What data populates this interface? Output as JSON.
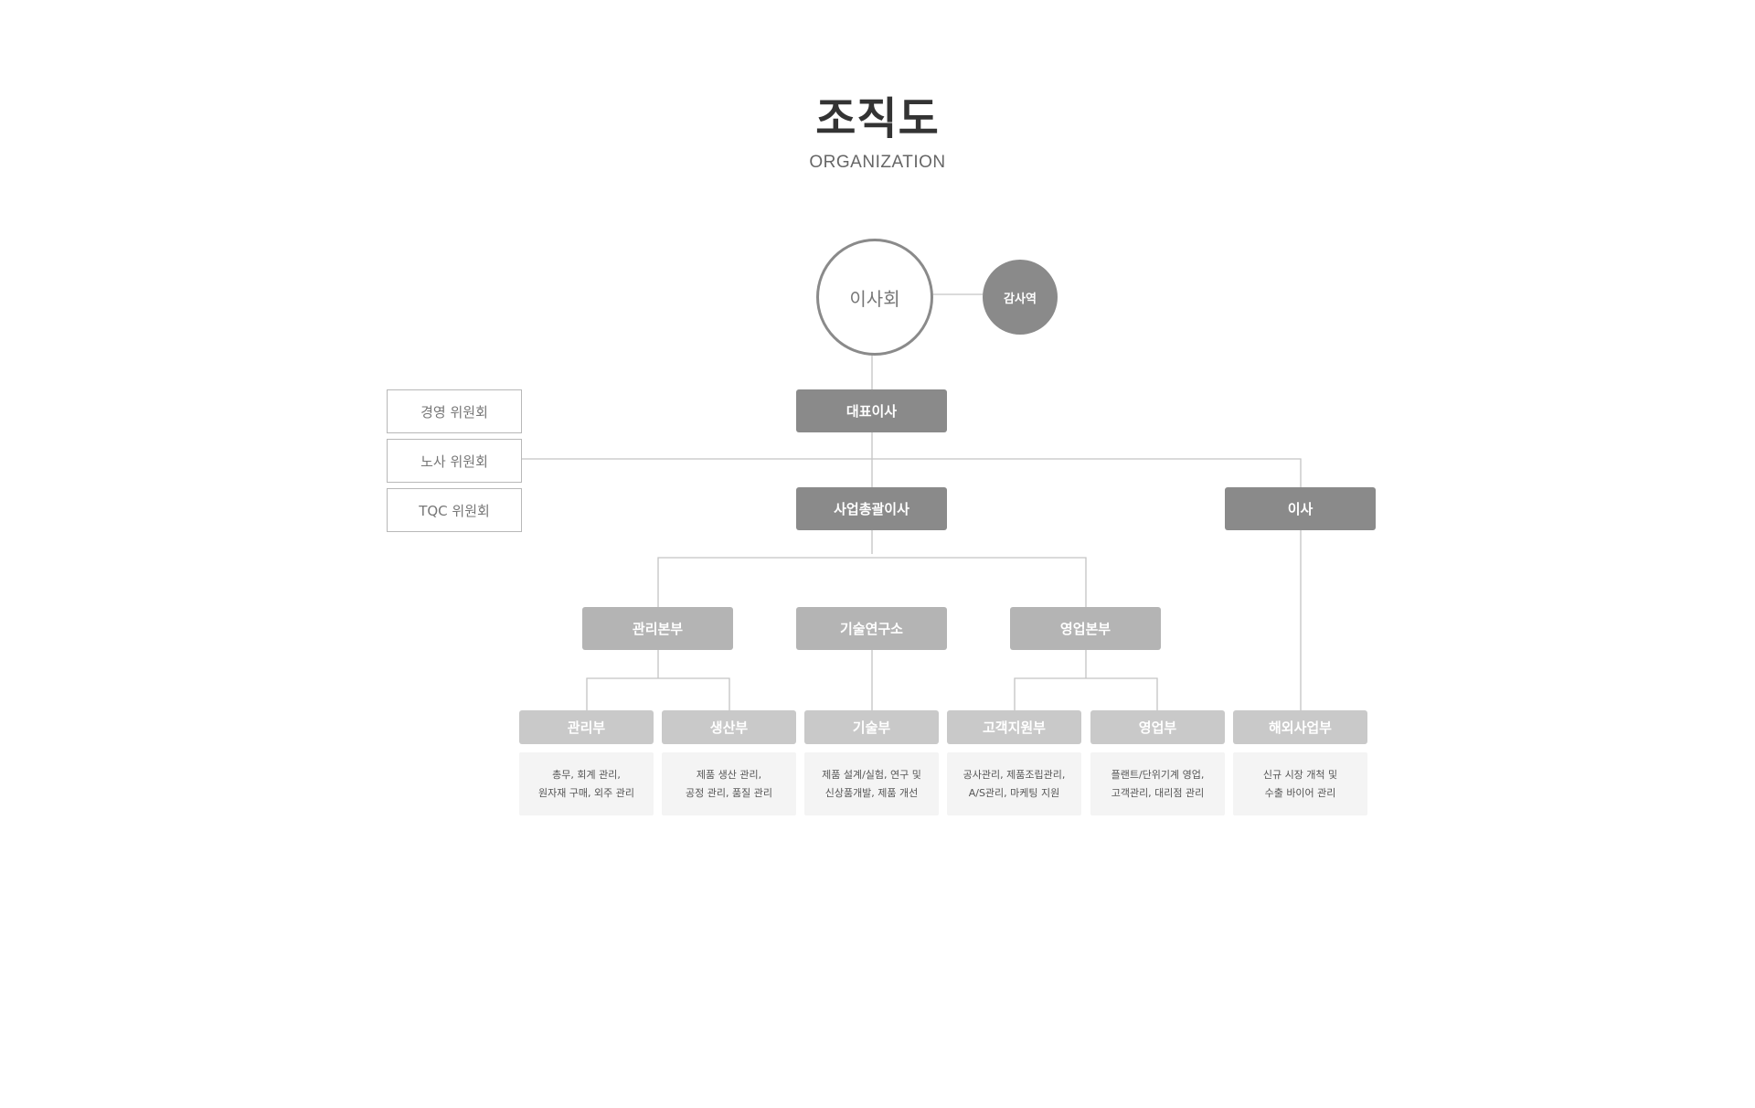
{
  "header": {
    "title": "조직도",
    "subtitle": "ORGANIZATION"
  },
  "board": {
    "label": "이사회",
    "auditor": "감사역"
  },
  "ceo": "대표이사",
  "committees": [
    "경영 위원회",
    "노사 위원회",
    "TQC 위원회"
  ],
  "executives": {
    "general_director": "사업총괄이사",
    "director": "이사"
  },
  "divisions": [
    "관리본부",
    "기술연구소",
    "영업본부"
  ],
  "departments": [
    {
      "name": "관리부",
      "desc": "총무, 회계 관리,\n원자재 구매, 외주 관리"
    },
    {
      "name": "생산부",
      "desc": "제품 생산 관리,\n공정 관리, 품질 관리"
    },
    {
      "name": "기술부",
      "desc": "제품 설계/실험, 연구 및\n신상품개발, 제품 개선"
    },
    {
      "name": "고객지원부",
      "desc": "공사관리, 제품조립관리,\nA/S관리, 마케팅 지원"
    },
    {
      "name": "영업부",
      "desc": "플랜트/단위기계 영업,\n고객관리, 대리점 관리"
    },
    {
      "name": "해외사업부",
      "desc": "신규 시장 개척 및\n수출 바이어 관리"
    }
  ],
  "colors": {
    "dark_box": "#8a8a8a",
    "mid_box": "#b4b4b4",
    "light_box": "#c9c9c9",
    "desc_bg": "#f4f4f4",
    "line": "#c4c4c4"
  }
}
